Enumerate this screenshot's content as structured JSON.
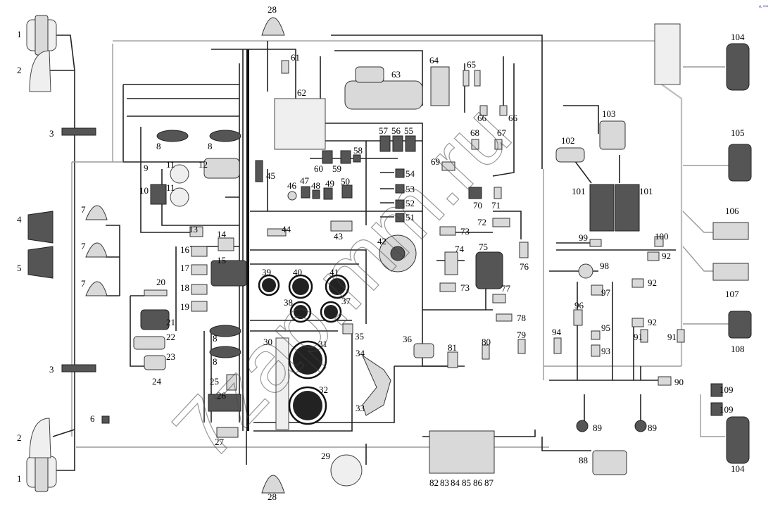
{
  "corner_tag": "ᵉᴸ ⁰⁰⁰",
  "watermark": "7zap.mm.ru",
  "callouts": {
    "c1": "1",
    "c2": "2",
    "c3": "3",
    "c4": "4",
    "c5": "5",
    "c6": "6",
    "c7": "7",
    "c8": "8",
    "c9": "9",
    "c10": "10",
    "c11": "11",
    "c12": "12",
    "c13": "13",
    "c14": "14",
    "c15": "15",
    "c16": "16",
    "c17": "17",
    "c18": "18",
    "c19": "19",
    "c20": "20",
    "c21": "21",
    "c22": "22",
    "c23": "23",
    "c24": "24",
    "c25": "25",
    "c26": "26",
    "c27": "27",
    "c28": "28",
    "c29": "29",
    "c30": "30",
    "c31": "31",
    "c32": "32",
    "c33": "33",
    "c34": "34",
    "c35": "35",
    "c36": "36",
    "c37": "37",
    "c38": "38",
    "c39": "39",
    "c40": "40",
    "c41": "41",
    "c42": "42",
    "c43": "43",
    "c44": "44",
    "c45": "45",
    "c46": "46",
    "c47": "47",
    "c48": "48",
    "c49": "49",
    "c50": "50",
    "c51": "51",
    "c52": "52",
    "c53": "53",
    "c54": "54",
    "c55": "55",
    "c56": "56",
    "c57": "57",
    "c58": "58",
    "c59": "59",
    "c60": "60",
    "c61": "61",
    "c62": "62",
    "c63": "63",
    "c64": "64",
    "c65": "65",
    "c66": "66",
    "c67": "67",
    "c68": "68",
    "c69": "69",
    "c70": "70",
    "c71": "71",
    "c72": "72",
    "c73": "73",
    "c74": "74",
    "c75": "75",
    "c76": "76",
    "c77": "77",
    "c78": "78",
    "c79": "79",
    "c80": "80",
    "c81": "81",
    "c82": "82",
    "c83": "83",
    "c84": "84",
    "c85": "85",
    "c86": "86",
    "c87": "87",
    "c88": "88",
    "c89": "89",
    "c90": "90",
    "c91": "91",
    "c92": "92",
    "c93": "93",
    "c94": "94",
    "c95": "95",
    "c96": "96",
    "c97": "97",
    "c98": "98",
    "c99": "99",
    "c100": "100",
    "c101": "101",
    "c102": "102",
    "c103": "103",
    "c104": "104",
    "c105": "105",
    "c106": "106",
    "c107": "107",
    "c108": "108",
    "c109": "109"
  },
  "colors": {
    "wire": "#222222",
    "wire_gray": "#9a9a9a",
    "component": "#d9d9d9",
    "gauge_face": "#222222"
  }
}
